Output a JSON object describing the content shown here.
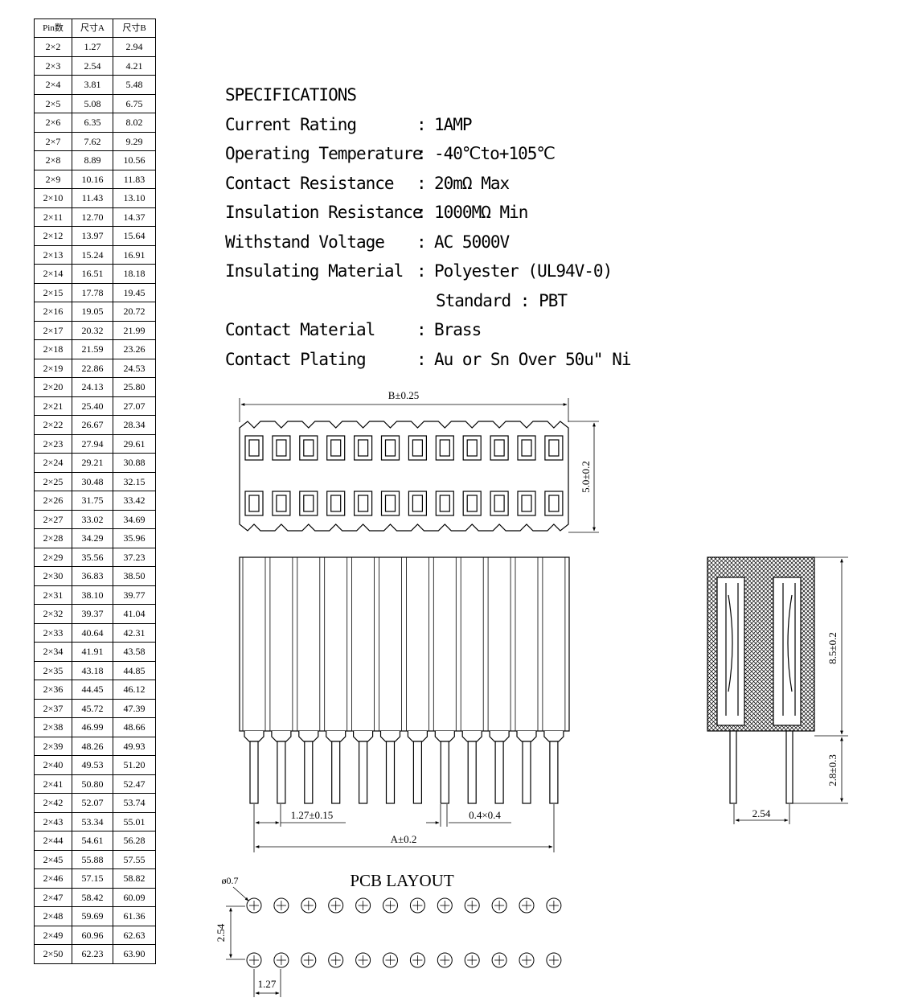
{
  "table": {
    "headers": [
      "Pin数",
      "尺寸A",
      "尺寸B"
    ],
    "rows": [
      [
        "2×2",
        "1.27",
        "2.94"
      ],
      [
        "2×3",
        "2.54",
        "4.21"
      ],
      [
        "2×4",
        "3.81",
        "5.48"
      ],
      [
        "2×5",
        "5.08",
        "6.75"
      ],
      [
        "2×6",
        "6.35",
        "8.02"
      ],
      [
        "2×7",
        "7.62",
        "9.29"
      ],
      [
        "2×8",
        "8.89",
        "10.56"
      ],
      [
        "2×9",
        "10.16",
        "11.83"
      ],
      [
        "2×10",
        "11.43",
        "13.10"
      ],
      [
        "2×11",
        "12.70",
        "14.37"
      ],
      [
        "2×12",
        "13.97",
        "15.64"
      ],
      [
        "2×13",
        "15.24",
        "16.91"
      ],
      [
        "2×14",
        "16.51",
        "18.18"
      ],
      [
        "2×15",
        "17.78",
        "19.45"
      ],
      [
        "2×16",
        "19.05",
        "20.72"
      ],
      [
        "2×17",
        "20.32",
        "21.99"
      ],
      [
        "2×18",
        "21.59",
        "23.26"
      ],
      [
        "2×19",
        "22.86",
        "24.53"
      ],
      [
        "2×20",
        "24.13",
        "25.80"
      ],
      [
        "2×21",
        "25.40",
        "27.07"
      ],
      [
        "2×22",
        "26.67",
        "28.34"
      ],
      [
        "2×23",
        "27.94",
        "29.61"
      ],
      [
        "2×24",
        "29.21",
        "30.88"
      ],
      [
        "2×25",
        "30.48",
        "32.15"
      ],
      [
        "2×26",
        "31.75",
        "33.42"
      ],
      [
        "2×27",
        "33.02",
        "34.69"
      ],
      [
        "2×28",
        "34.29",
        "35.96"
      ],
      [
        "2×29",
        "35.56",
        "37.23"
      ],
      [
        "2×30",
        "36.83",
        "38.50"
      ],
      [
        "2×31",
        "38.10",
        "39.77"
      ],
      [
        "2×32",
        "39.37",
        "41.04"
      ],
      [
        "2×33",
        "40.64",
        "42.31"
      ],
      [
        "2×34",
        "41.91",
        "43.58"
      ],
      [
        "2×35",
        "43.18",
        "44.85"
      ],
      [
        "2×36",
        "44.45",
        "46.12"
      ],
      [
        "2×37",
        "45.72",
        "47.39"
      ],
      [
        "2×38",
        "46.99",
        "48.66"
      ],
      [
        "2×39",
        "48.26",
        "49.93"
      ],
      [
        "2×40",
        "49.53",
        "51.20"
      ],
      [
        "2×41",
        "50.80",
        "52.47"
      ],
      [
        "2×42",
        "52.07",
        "53.74"
      ],
      [
        "2×43",
        "53.34",
        "55.01"
      ],
      [
        "2×44",
        "54.61",
        "56.28"
      ],
      [
        "2×45",
        "55.88",
        "57.55"
      ],
      [
        "2×46",
        "57.15",
        "58.82"
      ],
      [
        "2×47",
        "58.42",
        "60.09"
      ],
      [
        "2×48",
        "59.69",
        "61.36"
      ],
      [
        "2×49",
        "60.96",
        "62.63"
      ],
      [
        "2×50",
        "62.23",
        "63.90"
      ]
    ]
  },
  "specs": {
    "title": "SPECIFICATIONS",
    "items": [
      {
        "label": "Current Rating",
        "value": "1AMP"
      },
      {
        "label": "Operating Temperature",
        "value": "-40℃to+105℃"
      },
      {
        "label": "Contact Resistance",
        "value": "20mΩ  Max"
      },
      {
        "label": "Insulation Resistance",
        "value": "1000MΩ  Min"
      },
      {
        "label": "Withstand Voltage",
        "value": "AC 5000V"
      },
      {
        "label": "Insulating Material",
        "value": "Polyester (UL94V-0)",
        "continuation": "Standard : PBT"
      },
      {
        "label": "Contact Material",
        "value": "Brass"
      },
      {
        "label": "Contact Plating",
        "value": "Au or Sn Over 50u\" Ni"
      }
    ]
  },
  "drawing": {
    "dim_b": "B±0.25",
    "dim_width": "5.0±0.2",
    "dim_pitch": "1.27±0.15",
    "dim_pin": "0.4×0.4",
    "dim_a": "A±0.2",
    "dim_height": "8.5±0.2",
    "dim_tail": "2.8±0.3",
    "dim_row_pitch": "2.54",
    "pcb_title": "PCB LAYOUT",
    "pcb_hole": "ø0.7",
    "pcb_row": "2.54",
    "pcb_pitch": "1.27"
  }
}
